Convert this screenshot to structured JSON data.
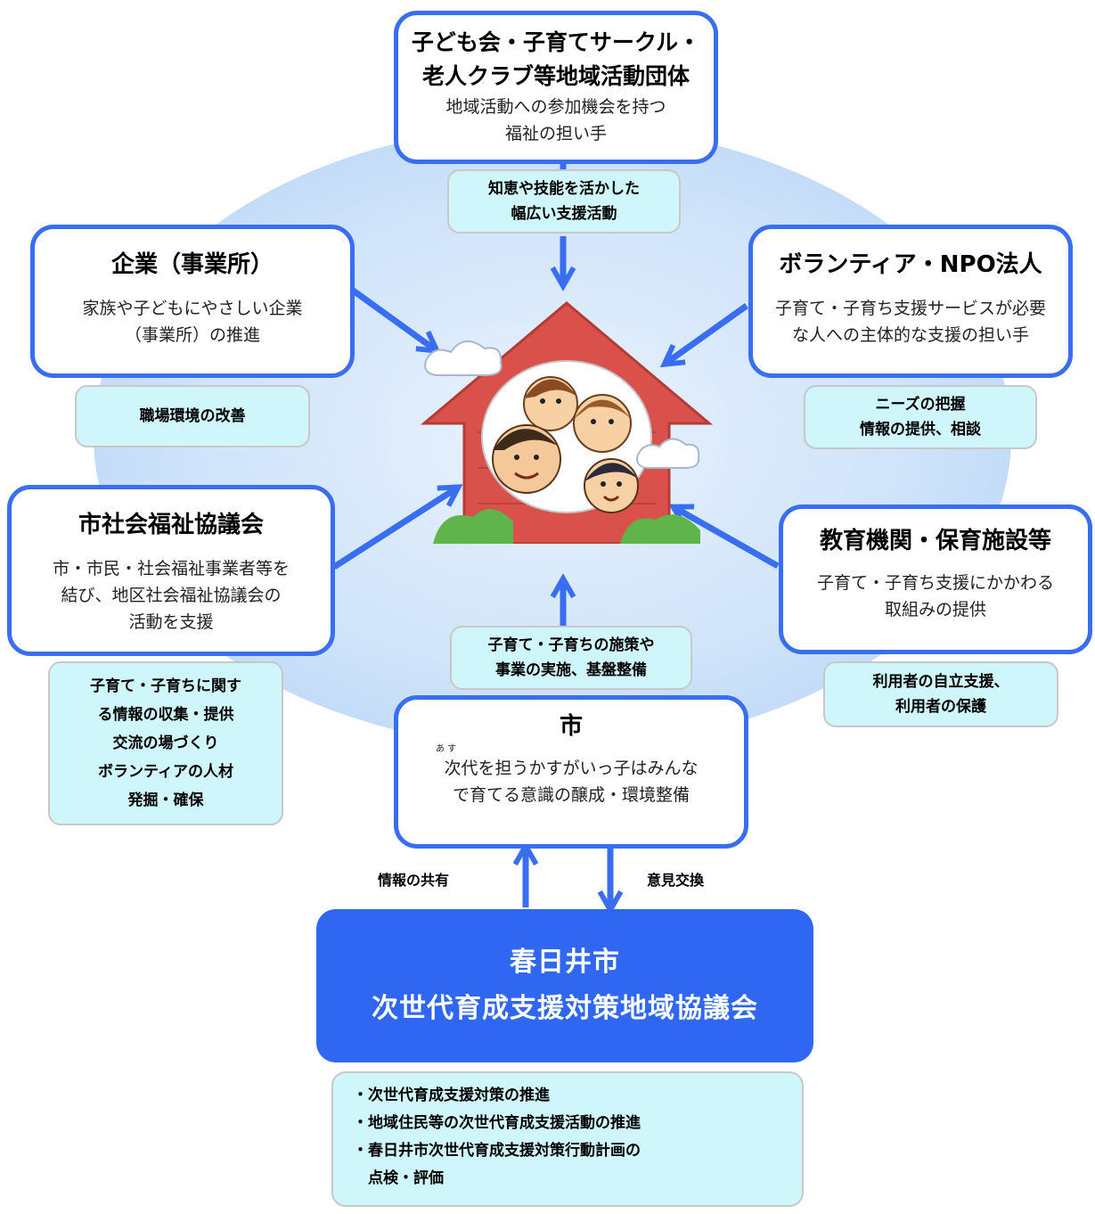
{
  "top_org": {
    "title_line1": "子ども会・子育てサークル・",
    "title_line2": "老人クラブ等地域活動団体",
    "desc_line1": "地域活動への参加機会を持つ",
    "desc_line2": "福祉の担い手",
    "note_line1": "知恵や技能を活かした",
    "note_line2": "幅広い支援活動"
  },
  "company": {
    "title": "企業（事業所）",
    "desc_line1": "家族や子どもにやさしい企業",
    "desc_line2": "（事業所）の推進",
    "note": "職場環境の改善"
  },
  "volunteer": {
    "title": "ボランティア・NPO法人",
    "desc_line1": "子育て・子育ち支援サービスが必要",
    "desc_line2": "な人への主体的な支援の担い手",
    "note_line1": "ニーズの把握",
    "note_line2": "情報の提供、相談"
  },
  "welfare_council": {
    "title": "市社会福祉協議会",
    "desc_line1": "市・市民・社会福祉事業者等を",
    "desc_line2": "結び、地区社会福祉協議会の",
    "desc_line3": "活動を支援",
    "note_lines": [
      "子育て・子育ちに関す",
      "る情報の収集・提供",
      "交流の場づくり",
      "ボランティアの人材",
      "発掘・確保"
    ]
  },
  "education": {
    "title": "教育機関・保育施設等",
    "desc_line1": "子育て・子育ち支援にかかわる",
    "desc_line2": "取組みの提供",
    "note_line1": "利用者の自立支援、",
    "note_line2": "利用者の保護"
  },
  "city": {
    "title": "市",
    "ruby": "あ す",
    "desc_line1": "次代を担うかすがいっ子はみんな",
    "desc_line2": "で育てる意識の醸成・環境整備",
    "note_line1": "子育て・子育ちの施策や",
    "note_line2": "事業の実施、基盤整備"
  },
  "labels": {
    "share": "情報の共有",
    "exchange": "意見交換"
  },
  "council": {
    "line1": "春日井市",
    "line2": "次世代育成支援対策地域協議会"
  },
  "goals": [
    "・次世代育成支援対策の推進",
    "・地域住民等の次世代育成支援活動の推進",
    "・春日井市次世代育成支援対策行動計画の",
    "　点検・評価"
  ],
  "colors": {
    "accent_blue": "#3a6ef0",
    "council_blue": "#2f67f3",
    "note_cyan": "#cff6fa",
    "house_red": "#d9514a"
  }
}
